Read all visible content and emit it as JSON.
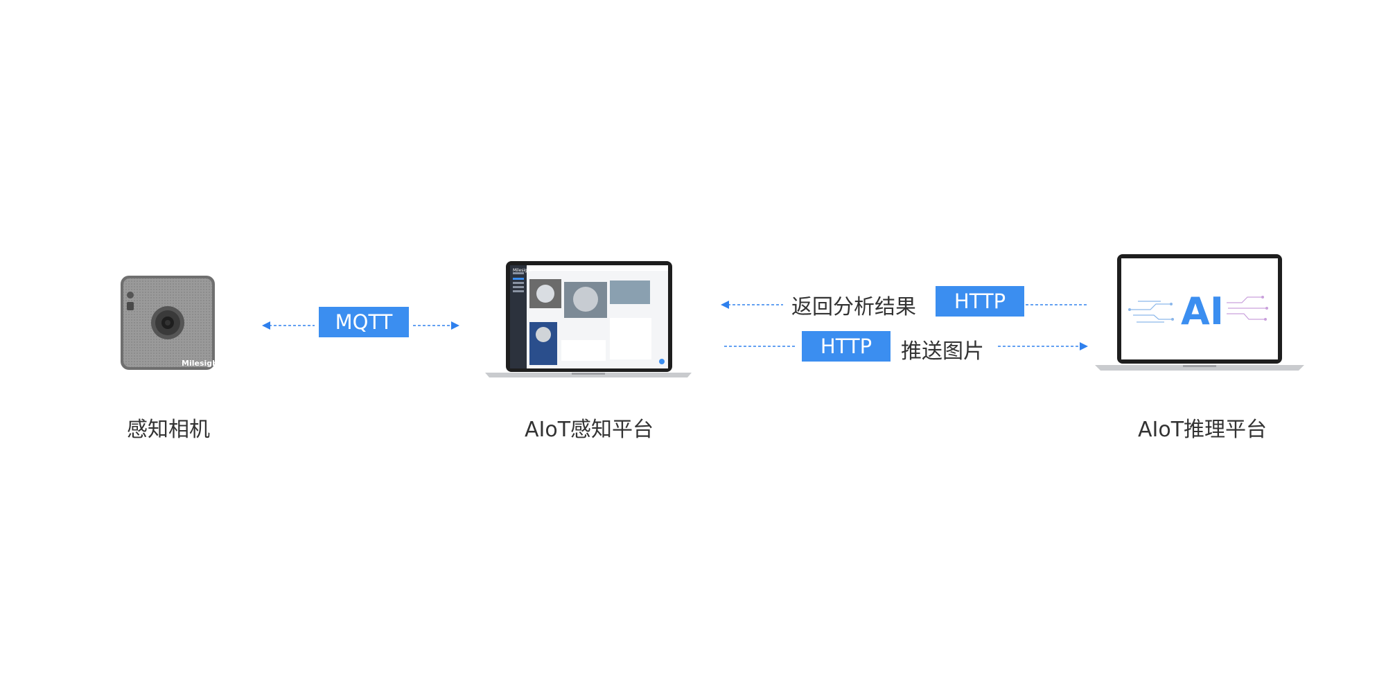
{
  "nodes": {
    "camera": {
      "label": "感知相机",
      "logo": "Milesight"
    },
    "perception": {
      "label": "AIoT感知平台",
      "screen_logo": "Milesight"
    },
    "inference": {
      "label": "AIoT推理平台",
      "screen_text": "AI"
    }
  },
  "edges": {
    "mqtt": {
      "protocol": "MQTT",
      "direction": "bidirectional"
    },
    "return": {
      "protocol": "HTTP",
      "text": "返回分析结果",
      "direction": "inference-to-perception"
    },
    "push": {
      "protocol": "HTTP",
      "text": "推送图片",
      "direction": "perception-to-inference"
    }
  },
  "colors": {
    "accent": "#3b8ef0",
    "arrow": "#2f80ed",
    "text": "#333333"
  }
}
